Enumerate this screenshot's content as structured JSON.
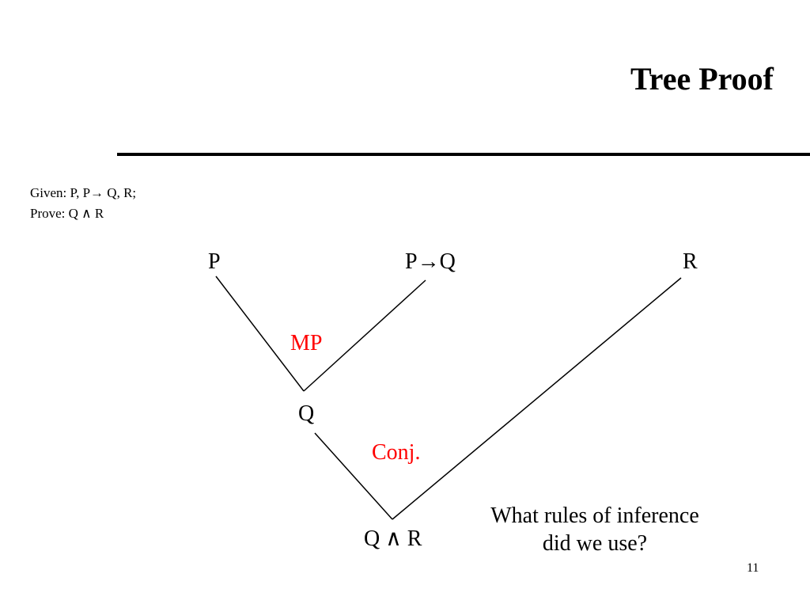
{
  "slide": {
    "title": "Tree Proof",
    "given": "Given: P, P→ Q,  R;",
    "prove": "Prove:  Q ∧ R",
    "page_number": "11",
    "question_line1": "What rules of inference",
    "question_line2": "did we use?"
  },
  "tree": {
    "nodes": {
      "p": "P",
      "p_implies_q": "P→Q",
      "r": "R",
      "q": "Q",
      "q_and_r": "Q ∧ R"
    },
    "rules": {
      "mp": "MP",
      "conj": "Conj."
    },
    "colors": {
      "text": "#000000",
      "rule_label": "#ff0000",
      "edge": "#000000"
    }
  }
}
